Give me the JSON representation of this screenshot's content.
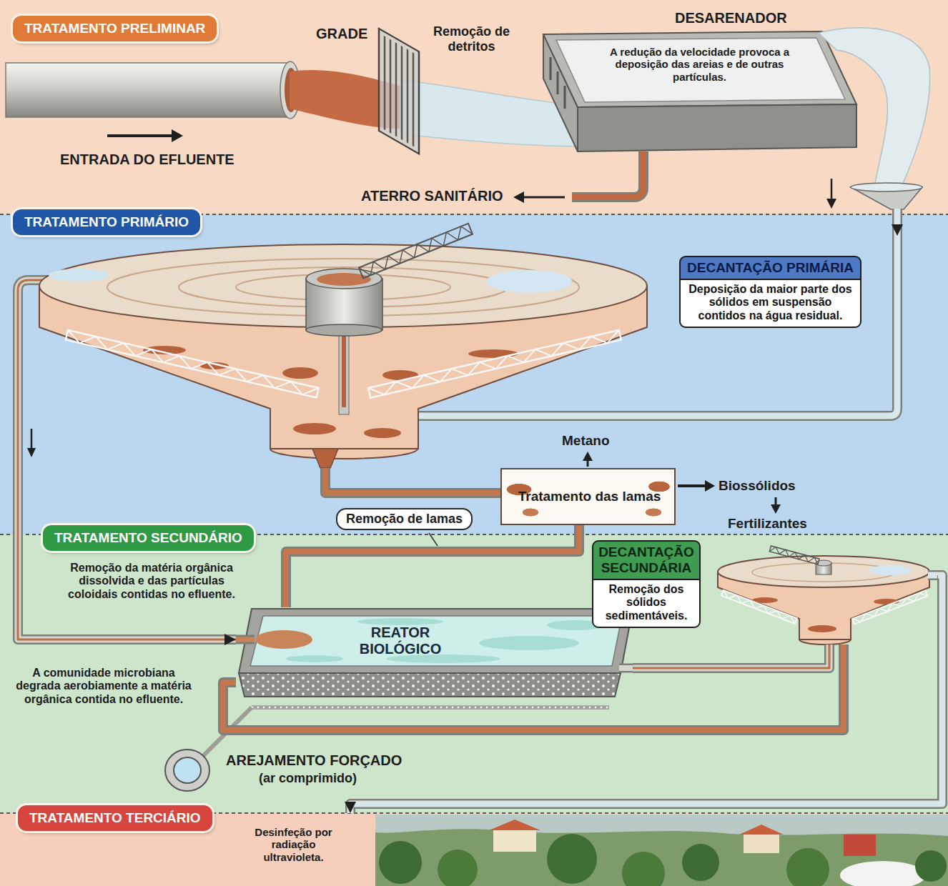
{
  "diagram": {
    "nodes": [
      {
        "text": [
          "TRATAMENTO PRELIMINAR"
        ]
      },
      {
        "text": [
          "GRADE",
          "Remoção de detritos"
        ],
        "in": 0
      },
      {
        "text": [
          "DESARENADOR",
          "A redução da velocidade provoca a deposição das areias e de outras partículas."
        ],
        "in": 0
      },
      {
        "text": [
          "TRATAMENTO PRIMÁRIO"
        ]
      },
      {
        "text": [
          "DECANTAÇÃO PRIMÁRIA",
          "Deposição da maior parte dos sólidos em suspensão contidos na água residual."
        ],
        "in": 3
      },
      {
        "text": [
          "Tratamento das lamas"
        ],
        "in": 3
      },
      {
        "text": [
          "TRATAMENTO SECUNDÁRIO",
          "Remoção da matéria orgânica dissolvida e das partículas coloidais contidas no efluente."
        ]
      },
      {
        "text": [
          "REATOR BIOLÓGICO"
        ],
        "in": 6
      },
      {
        "text": [
          "DECANTAÇÃO SECUNDÁRIA",
          "Remoção dos sólidos sedimentáveis."
        ],
        "in": 6
      },
      {
        "text": [
          "TRATAMENTO TERCIÁRIO",
          "Desinfeção por radiação ultravioleta."
        ]
      }
    ],
    "edges": [
      {
        "from": 1,
        "to": 2,
        "arrow": "none"
      },
      {
        "from": 2,
        "to": 4,
        "arrow": "to"
      },
      {
        "from": 4,
        "to": 5,
        "arrow": "none"
      },
      {
        "from": 4,
        "to": 7,
        "arrow": "to"
      },
      {
        "from": 5,
        "to": 7,
        "arrow": "none"
      },
      {
        "from": 7,
        "to": 8,
        "arrow": "none"
      },
      {
        "from": 8,
        "to": 7,
        "arrow": "none"
      },
      {
        "from": 8,
        "to": 9,
        "arrow": "to"
      }
    ],
    "labels": [
      "ENTRADA DO EFLUENTE",
      "ATERRO SANITÁRIO",
      "Metano",
      "Biossólidos",
      "Fertilizantes",
      "Remoção de lamas",
      "A comunidade microbiana degrada aerobiamente a matéria orgânica contida no efluente.",
      "AREJAMENTO FORÇADO",
      "(ar comprimido)"
    ]
  }
}
